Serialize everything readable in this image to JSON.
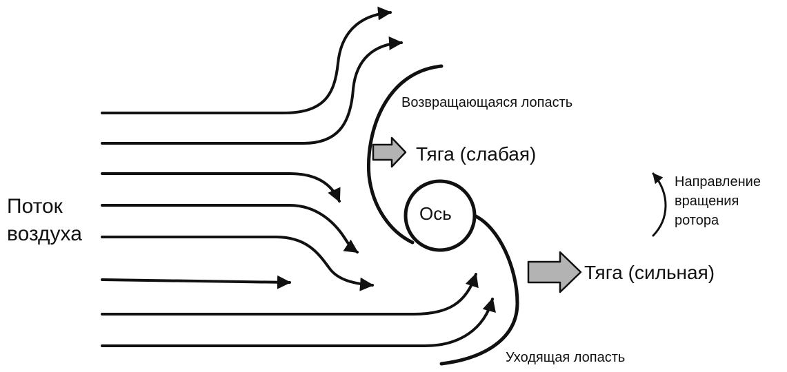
{
  "labels": {
    "airflow": [
      "Поток",
      "воздуха"
    ],
    "axis": "Ось",
    "returning_blade": "Возвращающаяся лопасть",
    "advancing_blade": "Уходящая лопасть",
    "thrust_weak": "Тяга (слабая)",
    "thrust_strong": "Тяга (сильная)",
    "rotation_direction": [
      "Направление",
      "вращения",
      "ротора"
    ]
  },
  "colors": {
    "stroke": "#111111",
    "thrust_arrow_fill": "#b3b3b3",
    "background": "#ffffff"
  }
}
